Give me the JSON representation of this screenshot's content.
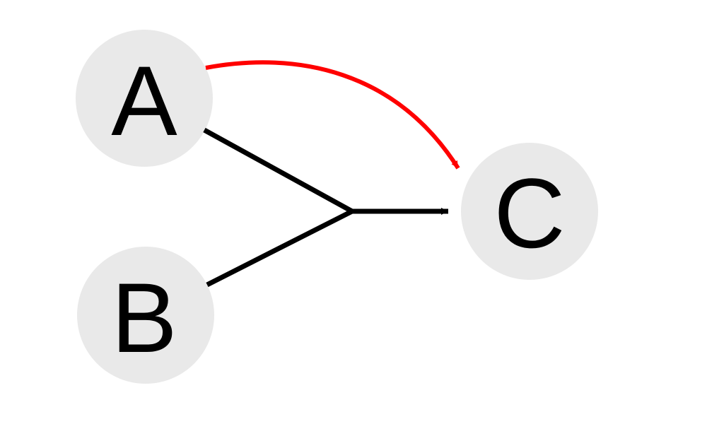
{
  "nodes": {
    "a": {
      "label": "A"
    },
    "b": {
      "label": "B"
    },
    "c": {
      "label": "C"
    }
  },
  "colors": {
    "node_fill": "#e9e9e9",
    "edge_default": "#000000",
    "edge_highlight": "#ff0000"
  }
}
